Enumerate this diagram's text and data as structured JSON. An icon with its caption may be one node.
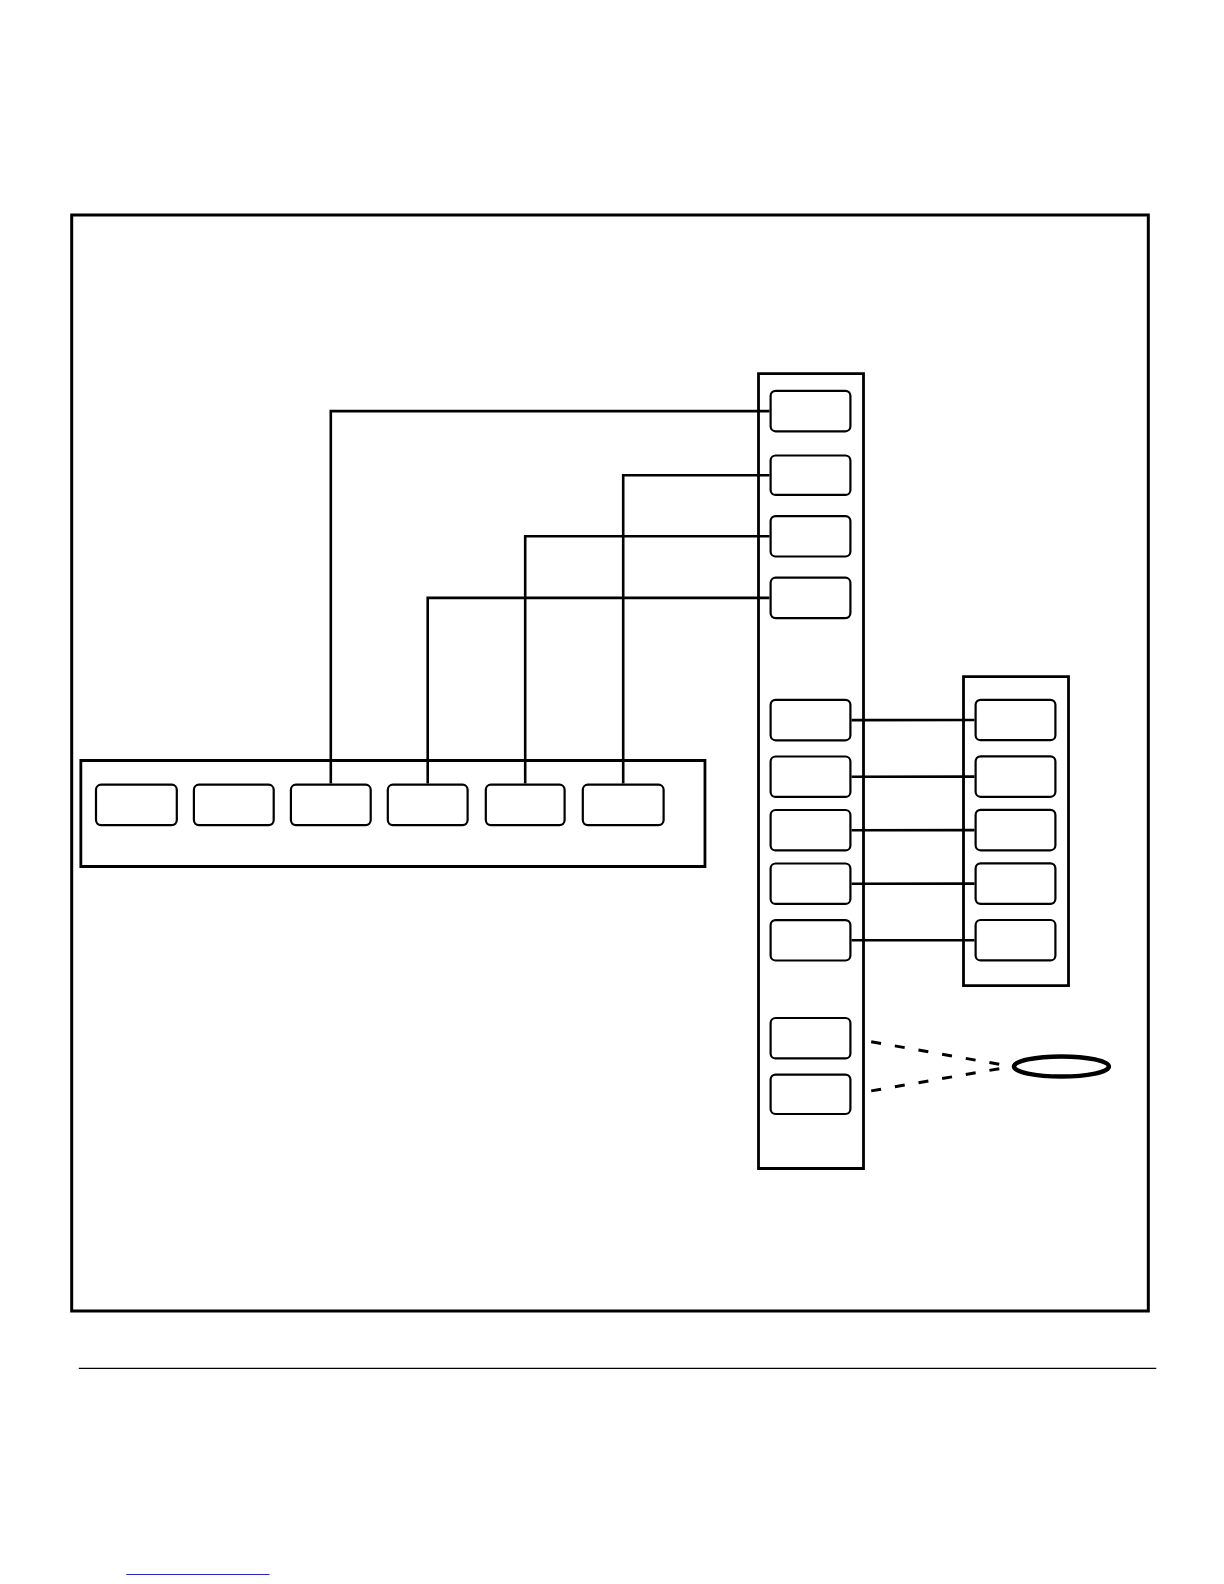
{
  "diagram": {
    "nodes": [
      {
        "text": [],
        "shape": "panel"
      },
      {
        "text": [],
        "shape": "box",
        "in": 0
      },
      {
        "text": [],
        "shape": "box",
        "in": 0
      },
      {
        "text": [],
        "shape": "box",
        "in": 0
      },
      {
        "text": [],
        "shape": "box",
        "in": 0
      },
      {
        "text": [],
        "shape": "box",
        "in": 0
      },
      {
        "text": [],
        "shape": "box",
        "in": 0
      },
      {
        "text": [],
        "shape": "panel"
      },
      {
        "text": [],
        "shape": "box",
        "in": 7
      },
      {
        "text": [],
        "shape": "box",
        "in": 7
      },
      {
        "text": [],
        "shape": "box",
        "in": 7
      },
      {
        "text": [],
        "shape": "box",
        "in": 7
      },
      {
        "text": [],
        "shape": "box",
        "in": 7
      },
      {
        "text": [],
        "shape": "box",
        "in": 7
      },
      {
        "text": [],
        "shape": "box",
        "in": 7
      },
      {
        "text": [],
        "shape": "box",
        "in": 7
      },
      {
        "text": [],
        "shape": "box",
        "in": 7
      },
      {
        "text": [],
        "shape": "box",
        "in": 7
      },
      {
        "text": [],
        "shape": "box",
        "in": 7
      },
      {
        "text": [],
        "shape": "panel"
      },
      {
        "text": [],
        "shape": "box",
        "in": 19
      },
      {
        "text": [],
        "shape": "box",
        "in": 19
      },
      {
        "text": [],
        "shape": "box",
        "in": 19
      },
      {
        "text": [],
        "shape": "box",
        "in": 19
      },
      {
        "text": [],
        "shape": "box",
        "in": 19
      },
      {
        "text": [],
        "shape": "ellipse"
      }
    ],
    "edges": [
      {
        "from": 3,
        "to": 8,
        "arrow": "none"
      },
      {
        "from": 6,
        "to": 9,
        "arrow": "none"
      },
      {
        "from": 5,
        "to": 10,
        "arrow": "none"
      },
      {
        "from": 4,
        "to": 11,
        "arrow": "none"
      },
      {
        "from": 12,
        "to": 20,
        "arrow": "none"
      },
      {
        "from": 13,
        "to": 21,
        "arrow": "none"
      },
      {
        "from": 14,
        "to": 22,
        "arrow": "none"
      },
      {
        "from": 15,
        "to": 23,
        "arrow": "none"
      },
      {
        "from": 16,
        "to": 24,
        "arrow": "none"
      },
      {
        "from": 17,
        "to": 25,
        "arrow": "none",
        "style": "dashed"
      },
      {
        "from": 18,
        "to": 25,
        "arrow": "none",
        "style": "dashed"
      }
    ]
  }
}
